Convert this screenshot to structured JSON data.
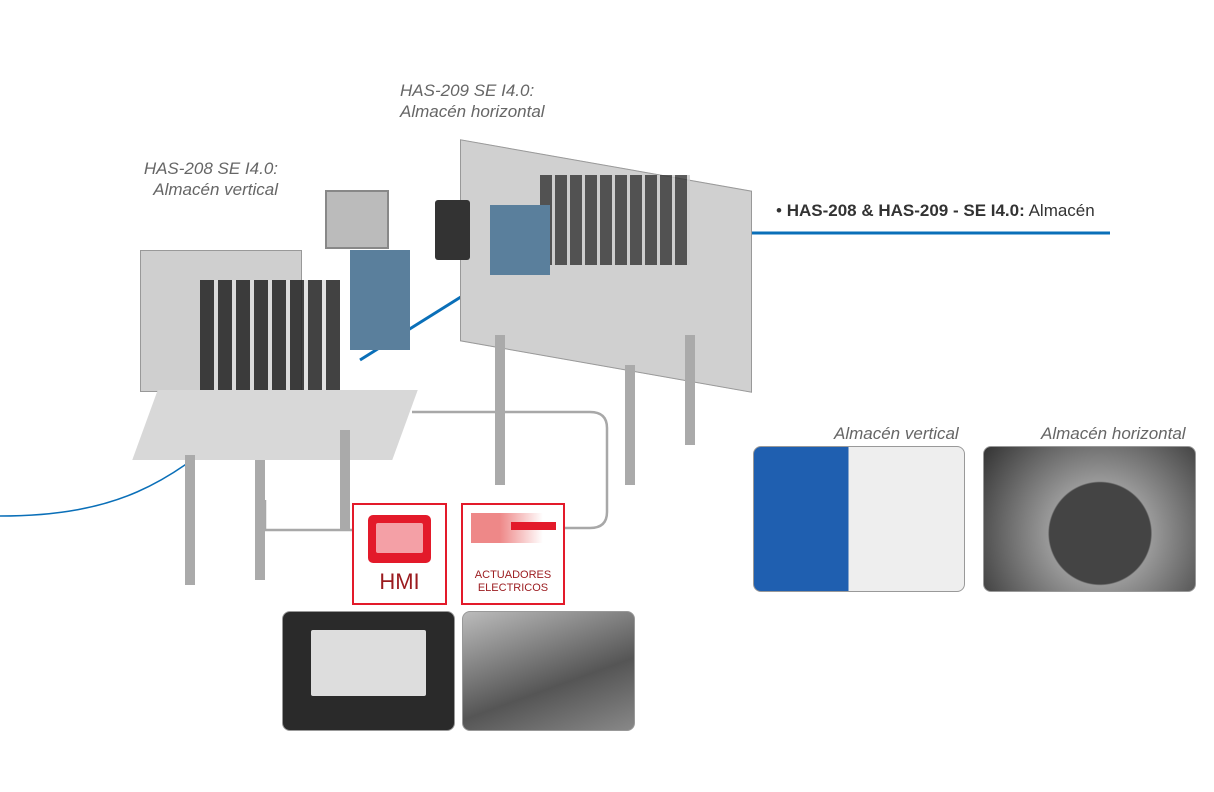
{
  "labels": {
    "has208_line1": "HAS-208 SE I4.0:",
    "has208_line2": "Almacén vertical",
    "has209_line1": "HAS-209 SE I4.0:",
    "has209_line2": "Almacén horizontal",
    "title_bold": "HAS-208 & HAS-209 - SE I4.0:",
    "title_regular": "Almacén",
    "thumb_vertical": "Almacén vertical",
    "thumb_horizontal": "Almacén horizontal",
    "hmi": "HMI",
    "actuadores_1": "ACTUADORES",
    "actuadores_2": "ELECTRICOS"
  },
  "colors": {
    "accent_blue": "#0a6fb8",
    "red": "#e31a2a",
    "connector_grey": "#a8a8a8"
  }
}
